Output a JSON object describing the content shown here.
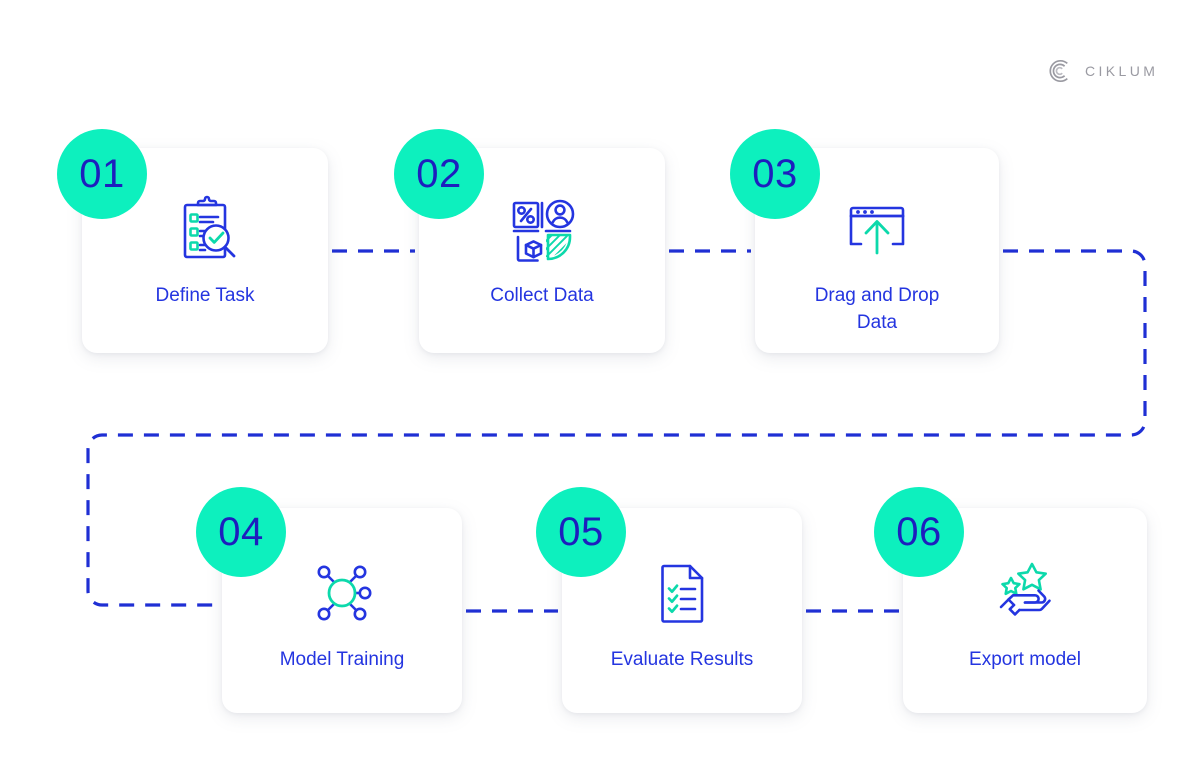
{
  "brand": {
    "logo_icon": "ciklum-c-mark-icon",
    "name": "CIKLUM",
    "logo_color": "#9a9aa2"
  },
  "theme": {
    "accent_teal": "#0df0be",
    "accent_blue": "#2435e0",
    "badge_number_color": "#1d1fbe",
    "connector_color": "#1f2fd4",
    "card_background": "#ffffff",
    "page_background": "#ffffff"
  },
  "diagram": {
    "type": "process-flow",
    "title": "",
    "flow_direction": "left-to-right, then wrap right-down-left, then left-to-right",
    "step_count": 6,
    "steps": [
      {
        "number": "01",
        "label": "Define Task",
        "icon": "clipboard-checklist-magnifier-icon",
        "row": 1
      },
      {
        "number": "02",
        "label": "Collect Data",
        "icon": "data-types-grid-icon",
        "row": 1
      },
      {
        "number": "03",
        "label": "Drag and Drop\nData",
        "icon": "browser-upload-arrow-icon",
        "row": 1
      },
      {
        "number": "04",
        "label": "Model Training",
        "icon": "neural-network-node-icon",
        "row": 2
      },
      {
        "number": "05",
        "label": "Evaluate Results",
        "icon": "document-checklist-icon",
        "row": 2
      },
      {
        "number": "06",
        "label": "Export model",
        "icon": "hand-stars-icon",
        "row": 2
      }
    ],
    "connectors": [
      {
        "from": "01",
        "to": "02",
        "style": "dashed-horizontal"
      },
      {
        "from": "02",
        "to": "03",
        "style": "dashed-horizontal"
      },
      {
        "from": "03",
        "to": "04",
        "style": "dashed-wrap-right-down-left"
      },
      {
        "from": "04",
        "to": "05",
        "style": "dashed-horizontal"
      },
      {
        "from": "05",
        "to": "06",
        "style": "dashed-horizontal"
      }
    ]
  }
}
